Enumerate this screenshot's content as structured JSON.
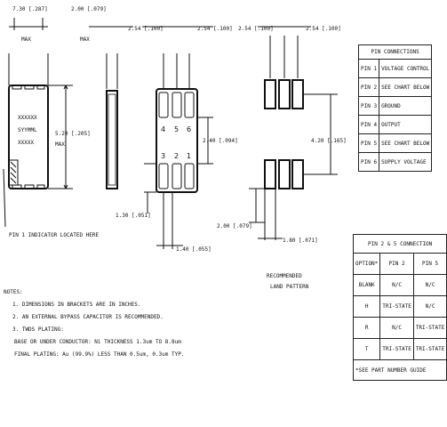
{
  "dims": {
    "width_top": "7.30 [.287]",
    "width_top_unit": "MAX",
    "height_side": "2.00 [.079]",
    "height_side_unit": "MAX",
    "pitch_a": "2.54 [.100]",
    "pitch_b": "2.54 [.100]",
    "pitch_land": "2.54 [.100]",
    "pitch_land2": "2.54 [.100]",
    "body_len": "5.20 [.205]",
    "body_len_unit": "MAX",
    "pad_row": "2.40 [.094]",
    "pad_w": "1.30 [.051]",
    "pad_h": "1.40 [.055]",
    "land_row": "4.20 [.165]",
    "land_w": "2.00 [.079]",
    "land_h": "1.80 [.071]"
  },
  "marking": [
    "XXXXXX",
    "SYYMML",
    "XXXXX"
  ],
  "pin_numbers_top": [
    "4",
    "5",
    "6"
  ],
  "pin_numbers_bottom": [
    "3",
    "2",
    "1"
  ],
  "pin1_note": "PIN 1 INDICATOR LOCATED HERE",
  "land_pattern_title": [
    "RECOMMENDED",
    "LAND PATTERN"
  ],
  "pin_connections": {
    "title": "PIN CONNECTIONS",
    "rows": [
      {
        "pin": "PIN 1",
        "func": "VOLTAGE CONTROL"
      },
      {
        "pin": "PIN 2",
        "func": "SEE CHART BELOW"
      },
      {
        "pin": "PIN 3",
        "func": "GROUND"
      },
      {
        "pin": "PIN 4",
        "func": "OUTPUT"
      },
      {
        "pin": "PIN 5",
        "func": "SEE CHART BELOW"
      },
      {
        "pin": "PIN 6",
        "func": "SUPPLY VOLTAGE"
      }
    ]
  },
  "pin25": {
    "title": "PIN 2 & 5 CONNECTION",
    "headers": [
      "OPTION*",
      "PIN 2",
      "PIN 5"
    ],
    "rows": [
      [
        "BLANK",
        "N/C",
        "N/C"
      ],
      [
        "H",
        "TRI-STATE",
        "N/C"
      ],
      [
        "R",
        "N/C",
        "TRI-STATE"
      ],
      [
        "T",
        "TRI-STATE",
        "TRI-STATE"
      ]
    ],
    "footnote": "*SEE PART NUMBER GUIDE"
  },
  "notes": {
    "title": "NOTES:",
    "items": [
      "1.   DIMENSIONS IN BRACKETS ARE IN INCHES.",
      "2.   AN EXTERNAL BYPASS CAPACITOR IS RECOMMENDED.",
      "3.   TWDS PLATING:",
      "BASE OR UNDER CONDUCTOR: Ni THICKNESS  1.3um TO 8.8um",
      "FINAL PLATING: Au (99.9%) LESS THAN 0.5um, 0.3um TYP."
    ]
  }
}
